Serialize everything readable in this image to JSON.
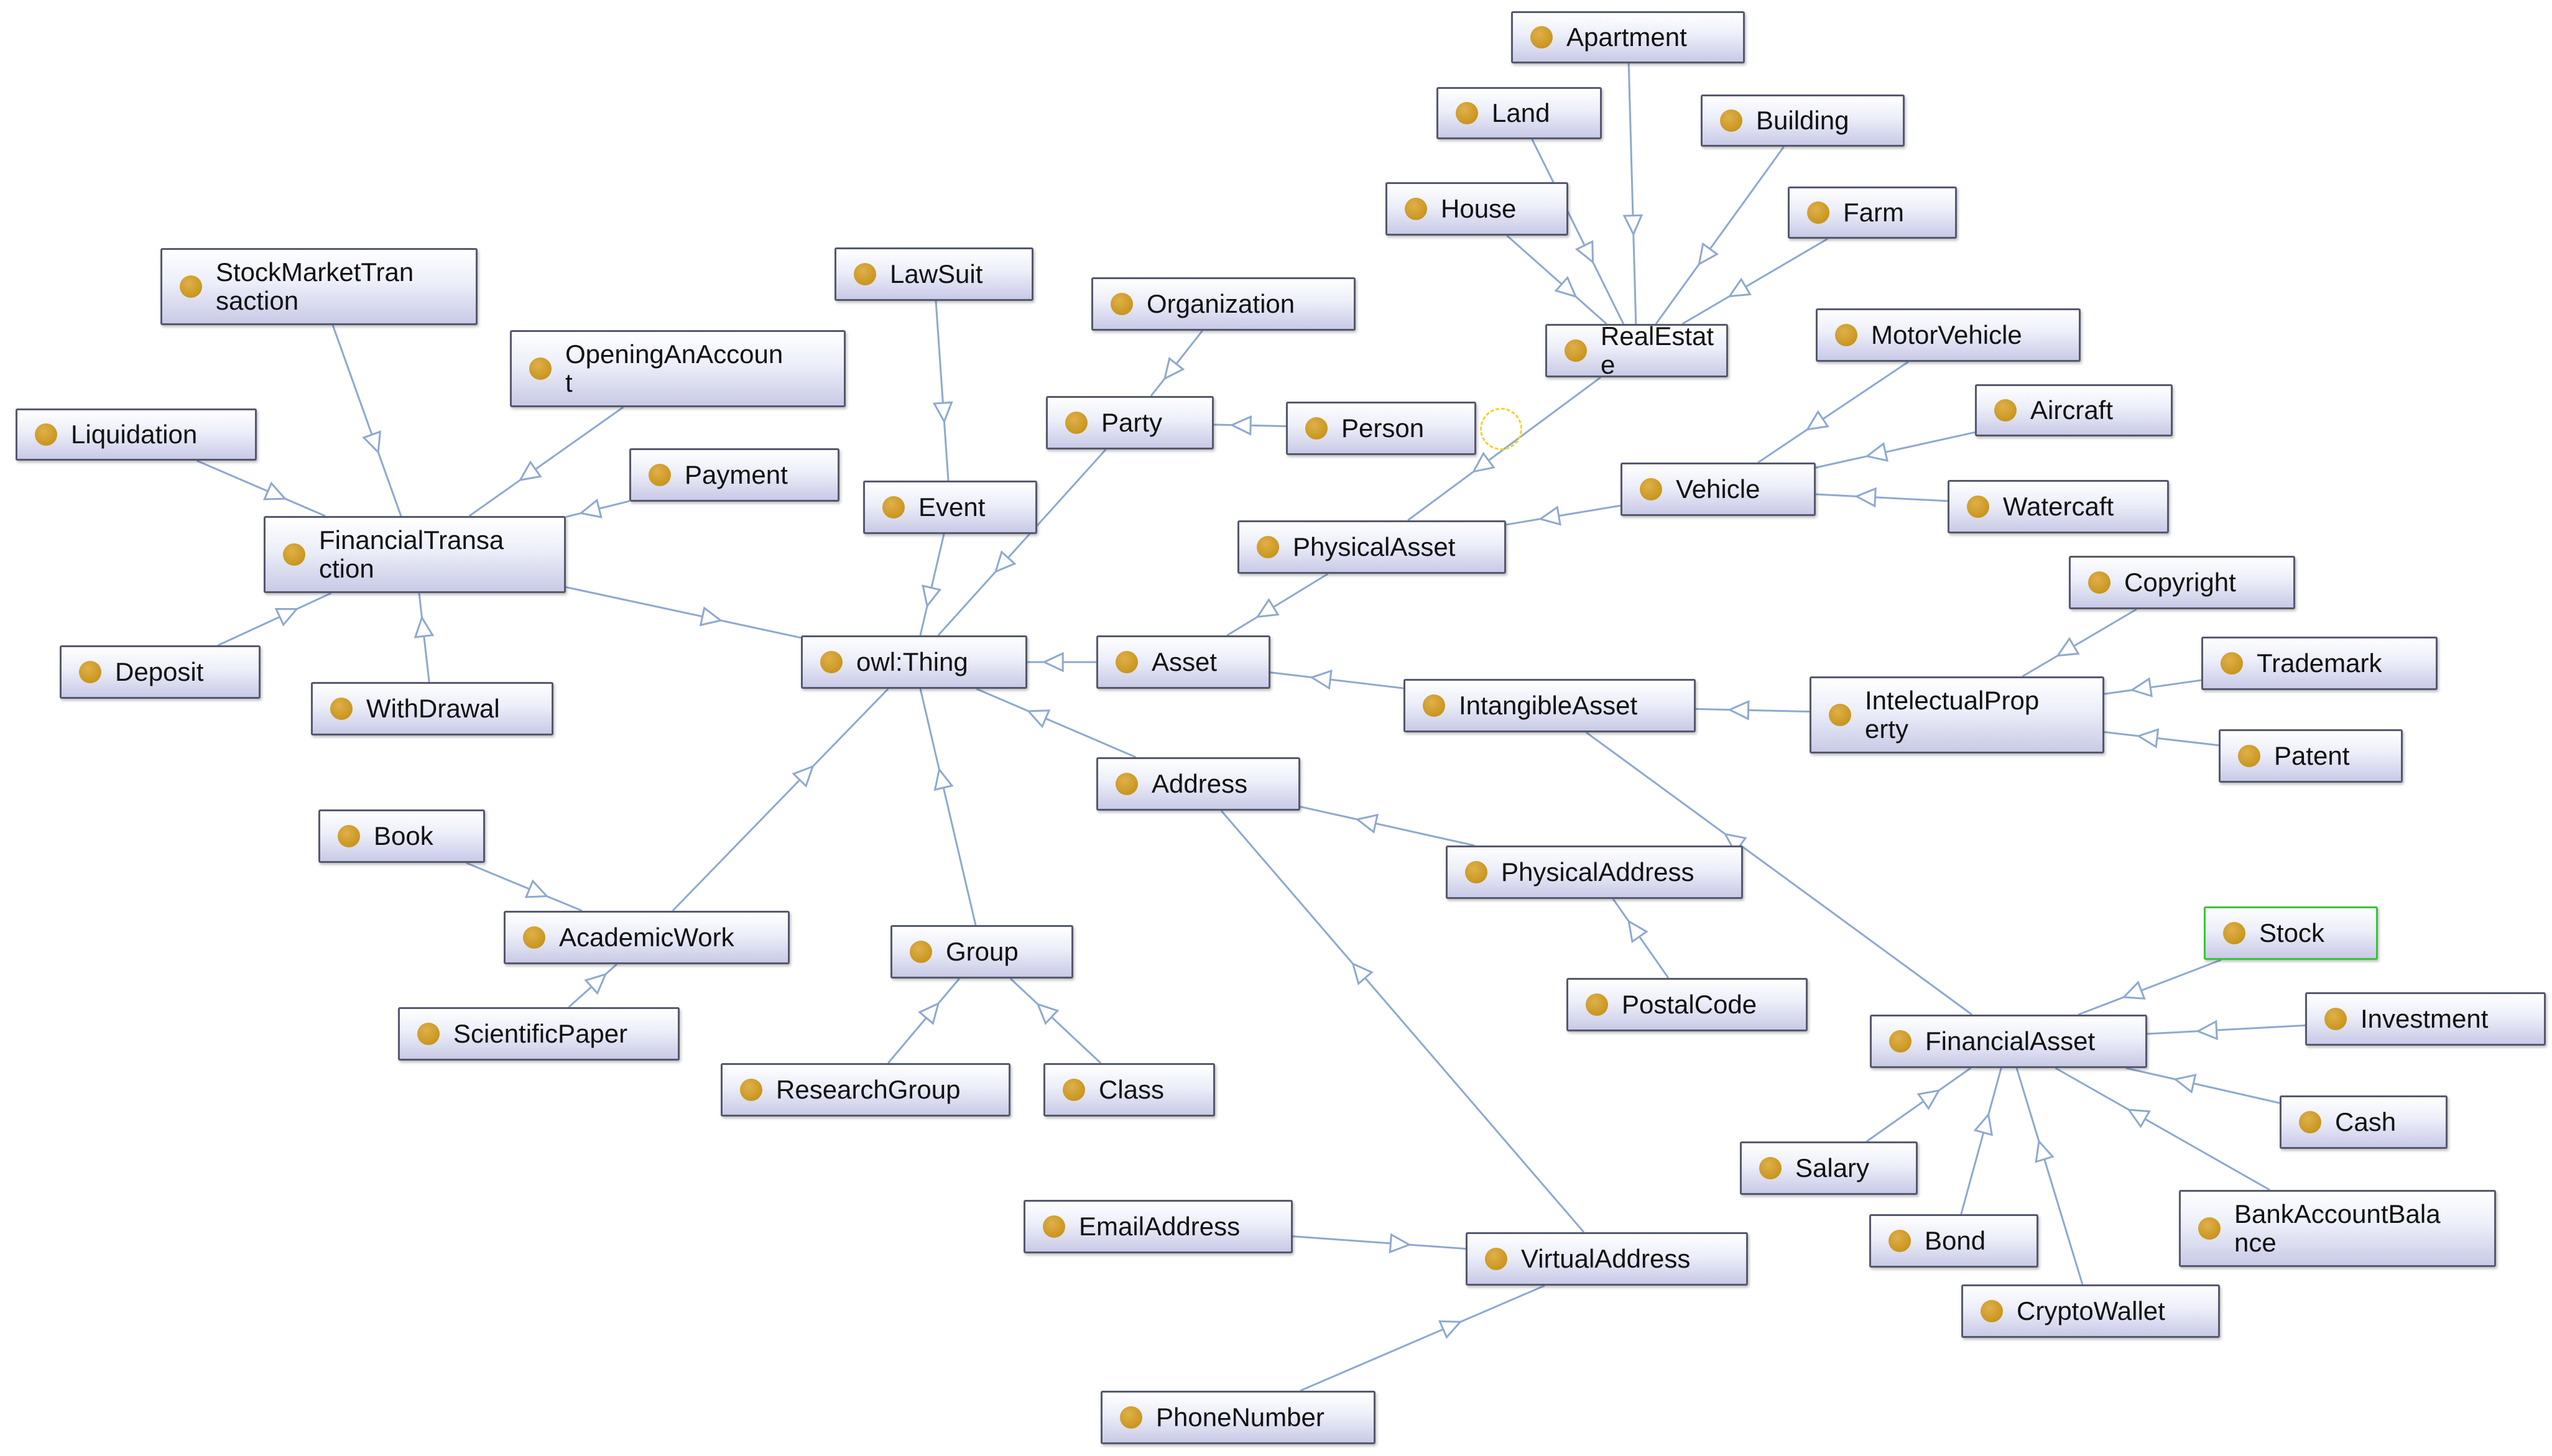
{
  "colors": {
    "edge": "#8ea9cf",
    "node_border": "#55596e",
    "node_selected_border": "#3ac43a",
    "class_dot": "#c9961f"
  },
  "icons": {
    "class_marker": "class-circle-icon"
  },
  "diagram": {
    "nodes": [
      {
        "id": "Apartment",
        "label": "Apartment"
      },
      {
        "id": "Land",
        "label": "Land"
      },
      {
        "id": "Building",
        "label": "Building"
      },
      {
        "id": "House",
        "label": "House"
      },
      {
        "id": "Farm",
        "label": "Farm"
      },
      {
        "id": "RealEstate",
        "label": "RealEstate"
      },
      {
        "id": "MotorVehicle",
        "label": "MotorVehicle"
      },
      {
        "id": "Aircraft",
        "label": "Aircraft"
      },
      {
        "id": "Vehicle",
        "label": "Vehicle"
      },
      {
        "id": "Watercaft",
        "label": "Watercaft"
      },
      {
        "id": "PhysicalAsset",
        "label": "PhysicalAsset"
      },
      {
        "id": "Organization",
        "label": "Organization"
      },
      {
        "id": "Party",
        "label": "Party"
      },
      {
        "id": "Person",
        "label": "Person"
      },
      {
        "id": "LawSuit",
        "label": "LawSuit"
      },
      {
        "id": "Event",
        "label": "Event"
      },
      {
        "id": "StockMarketTransaction",
        "label": "StockMarketTran\nsaction"
      },
      {
        "id": "OpeningAnAccount",
        "label": "OpeningAnAccoun\nt"
      },
      {
        "id": "Liquidation",
        "label": "Liquidation"
      },
      {
        "id": "Payment",
        "label": "Payment"
      },
      {
        "id": "FinancialTransaction",
        "label": "FinancialTransa\nction"
      },
      {
        "id": "Deposit",
        "label": "Deposit"
      },
      {
        "id": "WithDrawal",
        "label": "WithDrawal"
      },
      {
        "id": "owlThing",
        "label": "owl:Thing"
      },
      {
        "id": "Asset",
        "label": "Asset"
      },
      {
        "id": "IntangibleAsset",
        "label": "IntangibleAsset"
      },
      {
        "id": "IntelectualProperty",
        "label": "IntelectualProp\nerty"
      },
      {
        "id": "Copyright",
        "label": "Copyright"
      },
      {
        "id": "Trademark",
        "label": "Trademark"
      },
      {
        "id": "Patent",
        "label": "Patent"
      },
      {
        "id": "Address",
        "label": "Address"
      },
      {
        "id": "PhysicalAddress",
        "label": "PhysicalAddress"
      },
      {
        "id": "PostalCode",
        "label": "PostalCode"
      },
      {
        "id": "Book",
        "label": "Book"
      },
      {
        "id": "AcademicWork",
        "label": "AcademicWork"
      },
      {
        "id": "ScientificPaper",
        "label": "ScientificPaper"
      },
      {
        "id": "Group",
        "label": "Group"
      },
      {
        "id": "ResearchGroup",
        "label": "ResearchGroup"
      },
      {
        "id": "Class",
        "label": "Class"
      },
      {
        "id": "Stock",
        "label": "Stock",
        "selected": true
      },
      {
        "id": "Investment",
        "label": "Investment"
      },
      {
        "id": "FinancialAsset",
        "label": "FinancialAsset"
      },
      {
        "id": "Cash",
        "label": "Cash"
      },
      {
        "id": "Salary",
        "label": "Salary"
      },
      {
        "id": "BankAccountBalance",
        "label": "BankAccountBala\nnce"
      },
      {
        "id": "Bond",
        "label": "Bond"
      },
      {
        "id": "CryptoWallet",
        "label": "CryptoWallet"
      },
      {
        "id": "EmailAddress",
        "label": "EmailAddress"
      },
      {
        "id": "VirtualAddress",
        "label": "VirtualAddress"
      },
      {
        "id": "PhoneNumber",
        "label": "PhoneNumber"
      }
    ],
    "edges": [
      [
        "Apartment",
        "RealEstate"
      ],
      [
        "Land",
        "RealEstate"
      ],
      [
        "Building",
        "RealEstate"
      ],
      [
        "House",
        "RealEstate"
      ],
      [
        "Farm",
        "RealEstate"
      ],
      [
        "RealEstate",
        "PhysicalAsset"
      ],
      [
        "MotorVehicle",
        "Vehicle"
      ],
      [
        "Aircraft",
        "Vehicle"
      ],
      [
        "Watercaft",
        "Vehicle"
      ],
      [
        "Vehicle",
        "PhysicalAsset"
      ],
      [
        "PhysicalAsset",
        "Asset"
      ],
      [
        "Organization",
        "Party"
      ],
      [
        "Person",
        "Party"
      ],
      [
        "Party",
        "owlThing"
      ],
      [
        "LawSuit",
        "Event"
      ],
      [
        "Event",
        "owlThing"
      ],
      [
        "StockMarketTransaction",
        "FinancialTransaction"
      ],
      [
        "OpeningAnAccount",
        "FinancialTransaction"
      ],
      [
        "Liquidation",
        "FinancialTransaction"
      ],
      [
        "Payment",
        "FinancialTransaction"
      ],
      [
        "Deposit",
        "FinancialTransaction"
      ],
      [
        "WithDrawal",
        "FinancialTransaction"
      ],
      [
        "FinancialTransaction",
        "owlThing"
      ],
      [
        "Asset",
        "owlThing"
      ],
      [
        "IntangibleAsset",
        "Asset"
      ],
      [
        "IntelectualProperty",
        "IntangibleAsset"
      ],
      [
        "Copyright",
        "IntelectualProperty"
      ],
      [
        "Trademark",
        "IntelectualProperty"
      ],
      [
        "Patent",
        "IntelectualProperty"
      ],
      [
        "Address",
        "owlThing"
      ],
      [
        "PhysicalAddress",
        "Address"
      ],
      [
        "PostalCode",
        "PhysicalAddress"
      ],
      [
        "Book",
        "AcademicWork"
      ],
      [
        "ScientificPaper",
        "AcademicWork"
      ],
      [
        "AcademicWork",
        "owlThing"
      ],
      [
        "Group",
        "owlThing"
      ],
      [
        "ResearchGroup",
        "Group"
      ],
      [
        "Class",
        "Group"
      ],
      [
        "FinancialAsset",
        "IntangibleAsset"
      ],
      [
        "Stock",
        "FinancialAsset"
      ],
      [
        "Investment",
        "FinancialAsset"
      ],
      [
        "Cash",
        "FinancialAsset"
      ],
      [
        "Salary",
        "FinancialAsset"
      ],
      [
        "BankAccountBalance",
        "FinancialAsset"
      ],
      [
        "Bond",
        "FinancialAsset"
      ],
      [
        "CryptoWallet",
        "FinancialAsset"
      ],
      [
        "VirtualAddress",
        "Address"
      ],
      [
        "EmailAddress",
        "VirtualAddress"
      ],
      [
        "PhoneNumber",
        "VirtualAddress"
      ]
    ]
  }
}
